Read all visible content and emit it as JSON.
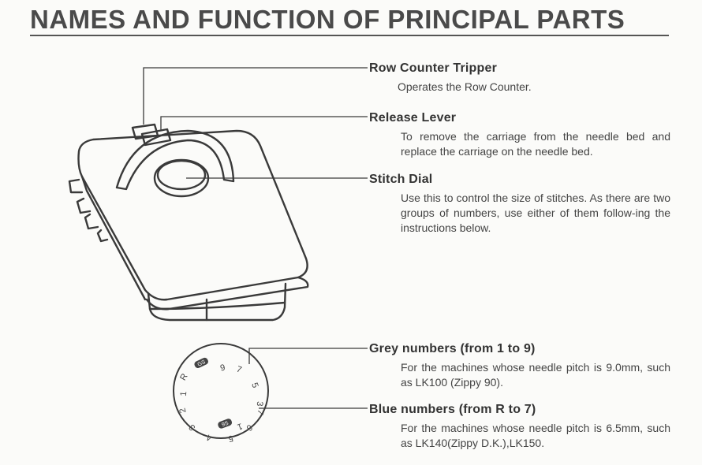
{
  "header": {
    "title": "NAMES AND FUNCTION OF PRINCIPAL PARTS"
  },
  "parts": [
    {
      "name": "Row Counter Tripper",
      "description": "Operates the Row Counter."
    },
    {
      "name": "Release Lever",
      "description": "To remove the carriage from the needle bed and replace the carriage on the needle bed."
    },
    {
      "name": "Stitch Dial",
      "description": "Use this to control the size of stitches. As there are two groups of numbers, use either of them follow-ing the instructions below."
    }
  ],
  "dial_groups": [
    {
      "name": "Grey numbers (from 1 to 9)",
      "description": "For the machines whose needle pitch is 9.0mm, such as LK100 (Zippy 90)."
    },
    {
      "name": "Blue numbers (from R to 7)",
      "description": "For the machines whose needle pitch is 6.5mm, such as LK140(Zippy D.K.),LK150."
    }
  ],
  "dial_labels": {
    "grey": [
      "9",
      "7",
      "5",
      "3",
      "1"
    ],
    "blue": [
      "R",
      "1",
      "2",
      "3",
      "4",
      "5",
      "6",
      "7"
    ],
    "badge_top": "GS",
    "badge_bottom": "9S"
  }
}
